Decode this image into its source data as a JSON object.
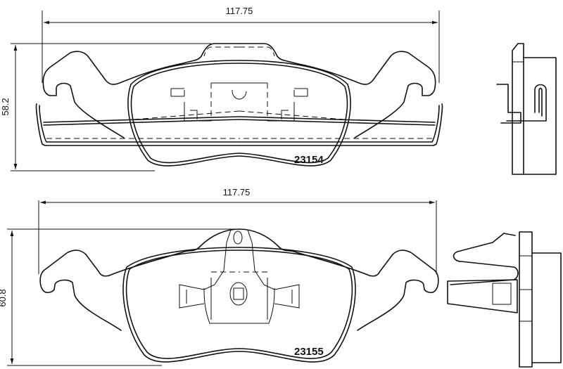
{
  "pads": [
    {
      "part_number": "23154",
      "width_label": "117.75",
      "height_label": "58.2"
    },
    {
      "part_number": "23155",
      "width_label": "117.75",
      "height_label": "60.8"
    }
  ]
}
